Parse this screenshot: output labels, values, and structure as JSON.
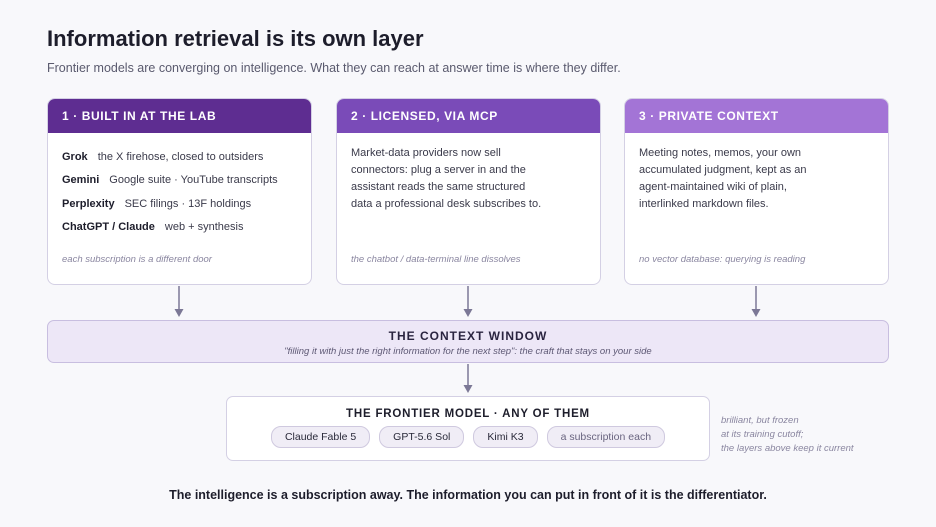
{
  "header": {
    "title": "Information retrieval is its own layer",
    "subtitle": "Frontier models are converging on intelligence. What they can reach at answer time is where they differ."
  },
  "cards": [
    {
      "title": "1 · BUILT IN AT THE LAB",
      "rows": [
        {
          "key": "Grok",
          "value": "the X firehose, closed to outsiders"
        },
        {
          "key": "Gemini",
          "value": "Google suite · YouTube transcripts"
        },
        {
          "key": "Perplexity",
          "value": "SEC filings · 13F holdings"
        },
        {
          "key": "ChatGPT / Claude",
          "value": "web + synthesis"
        }
      ],
      "footnote": "each subscription is a different door",
      "header_color": "#5e2d91"
    },
    {
      "title": "2 · LICENSED, VIA MCP",
      "lines": [
        "Market-data providers now sell",
        "connectors: plug a server in and the",
        "assistant reads the same structured",
        "data a professional desk subscribes to."
      ],
      "footnote": "the chatbot / data-terminal line dissolves",
      "header_color": "#7a4bb8"
    },
    {
      "title": "3 · PRIVATE CONTEXT",
      "lines": [
        "Meeting notes, memos, your own",
        "accumulated judgment, kept as an",
        "agent-maintained wiki of plain,",
        "interlinked markdown files."
      ],
      "footnote": "no vector database: querying is reading",
      "header_color": "#a374d6"
    }
  ],
  "context_window": {
    "title": "THE CONTEXT WINDOW",
    "subtitle": "\"filling it with just the right information for the next step\": the craft that stays on your side"
  },
  "model": {
    "title": "THE FRONTIER MODEL · ANY OF THEM",
    "chips": [
      "Claude Fable 5",
      "GPT-5.6 Sol",
      "Kimi K3",
      "a subscription each"
    ]
  },
  "side_note": {
    "lines": [
      "brilliant, but frozen",
      "at its training cutoff;",
      "the layers above keep it current"
    ]
  },
  "bottom_line": "The intelligence is a subscription away. The information you can put in front of it is the differentiator.",
  "colors": {
    "arrow": "#7c7896",
    "context_bg": "#ede7f7"
  }
}
